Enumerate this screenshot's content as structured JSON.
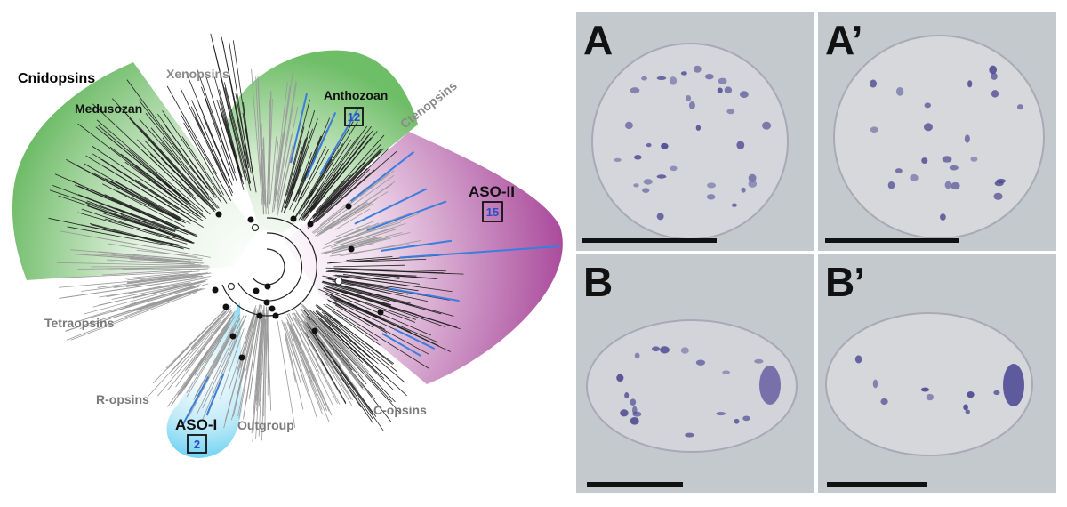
{
  "tree": {
    "clades": {
      "cnidopsins": "Cnidopsins",
      "medusozan": "Medusozan",
      "xenopsins": "Xenopsins",
      "anthozoan": "Anthozoan",
      "ctenopsins": "Ctenopsins",
      "aso_ii": "ASO-II",
      "tetraopsins": "Tetraopsins",
      "r_opsins": "R-opsins",
      "aso_i": "ASO-I",
      "outgroup": "Outgroup",
      "c_opsins": "C-opsins"
    },
    "counts": {
      "anthozoan": "12",
      "aso_ii": "15",
      "aso_i": "2"
    },
    "colors": {
      "green": "#5cb85c",
      "magenta": "#a8479a",
      "cyan": "#67d1f2",
      "blue_branch": "#3b7ddd",
      "grey_branch": "#9a9a9a",
      "dark_branch": "#222222"
    }
  },
  "panels": [
    {
      "letter": "A"
    },
    {
      "letter": "A’"
    },
    {
      "letter": "B"
    },
    {
      "letter": "B’"
    }
  ]
}
